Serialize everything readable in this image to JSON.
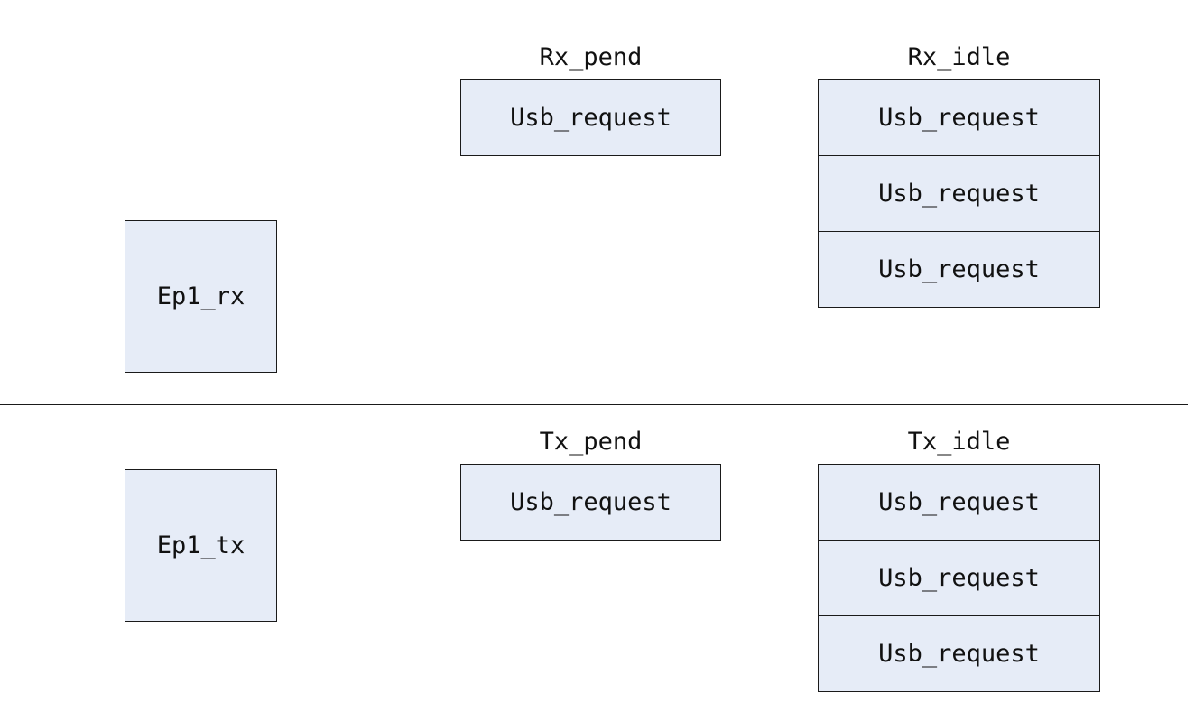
{
  "rx": {
    "endpoint": "Ep1_rx",
    "pend": {
      "title": "Rx_pend",
      "items": [
        "Usb_request"
      ]
    },
    "idle": {
      "title": "Rx_idle",
      "items": [
        "Usb_request",
        "Usb_request",
        "Usb_request"
      ]
    }
  },
  "tx": {
    "endpoint": "Ep1_tx",
    "pend": {
      "title": "Tx_pend",
      "items": [
        "Usb_request"
      ]
    },
    "idle": {
      "title": "Tx_idle",
      "items": [
        "Usb_request",
        "Usb_request",
        "Usb_request"
      ]
    }
  },
  "colors": {
    "box_fill": "#e6ecf7",
    "stroke": "#1a1a1a"
  }
}
